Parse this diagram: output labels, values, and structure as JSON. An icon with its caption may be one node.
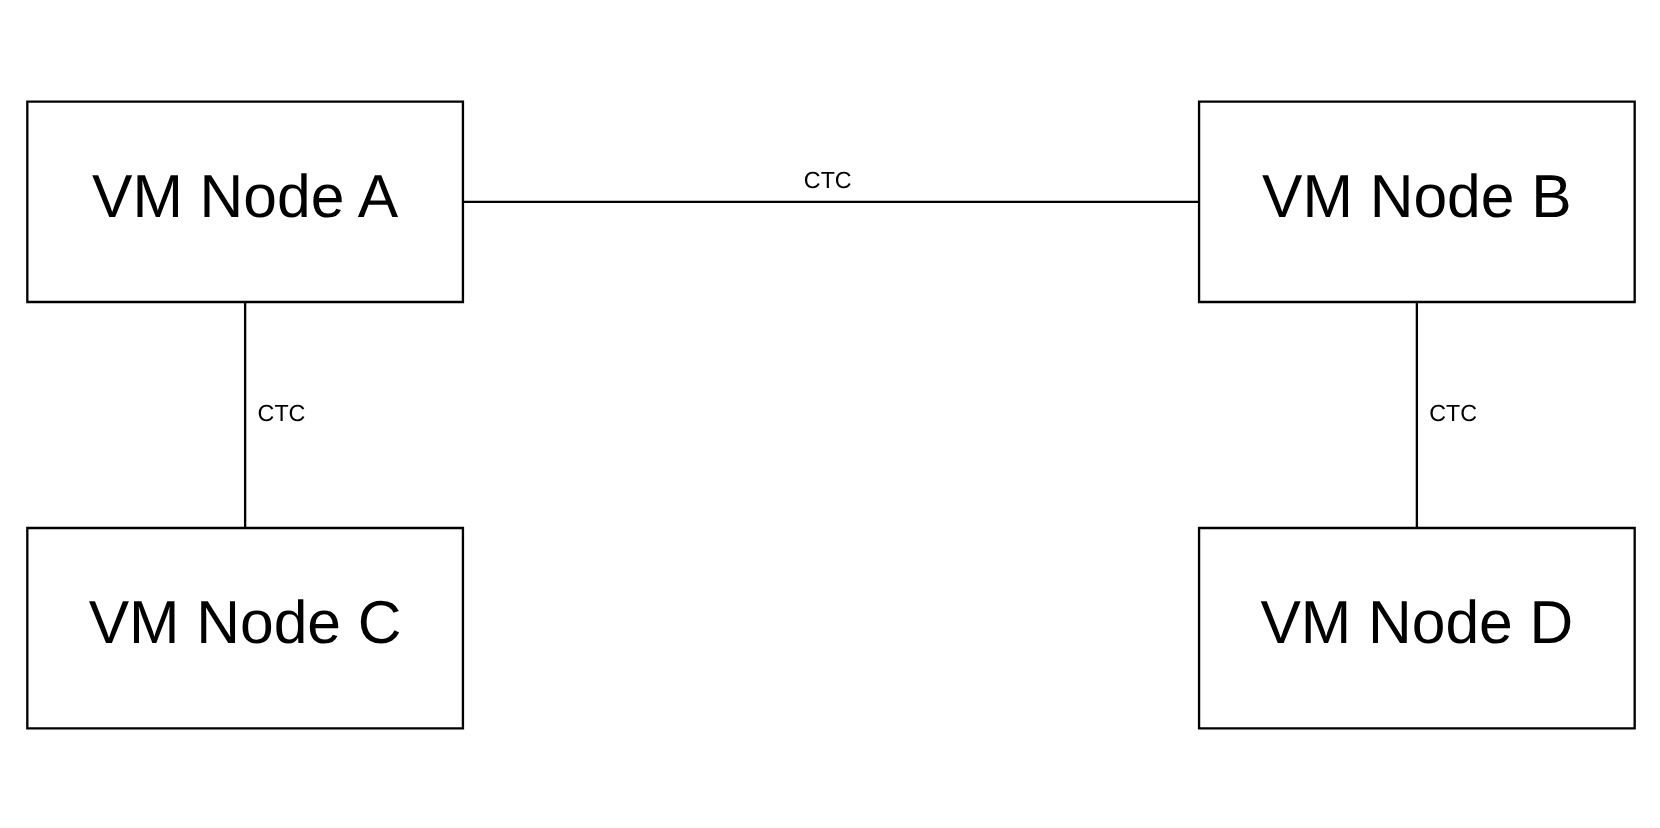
{
  "diagram": {
    "nodes": [
      {
        "text": [
          "VM Node A"
        ]
      },
      {
        "text": [
          "VM Node B"
        ]
      },
      {
        "text": [
          "VM Node C"
        ]
      },
      {
        "text": [
          "VM Node D"
        ]
      }
    ],
    "edges": [
      {
        "from": 0,
        "to": 1,
        "arrow": "none",
        "label": "CTC"
      },
      {
        "from": 0,
        "to": 2,
        "arrow": "none",
        "label": "CTC"
      },
      {
        "from": 1,
        "to": 3,
        "arrow": "none",
        "label": "CTC"
      }
    ]
  }
}
